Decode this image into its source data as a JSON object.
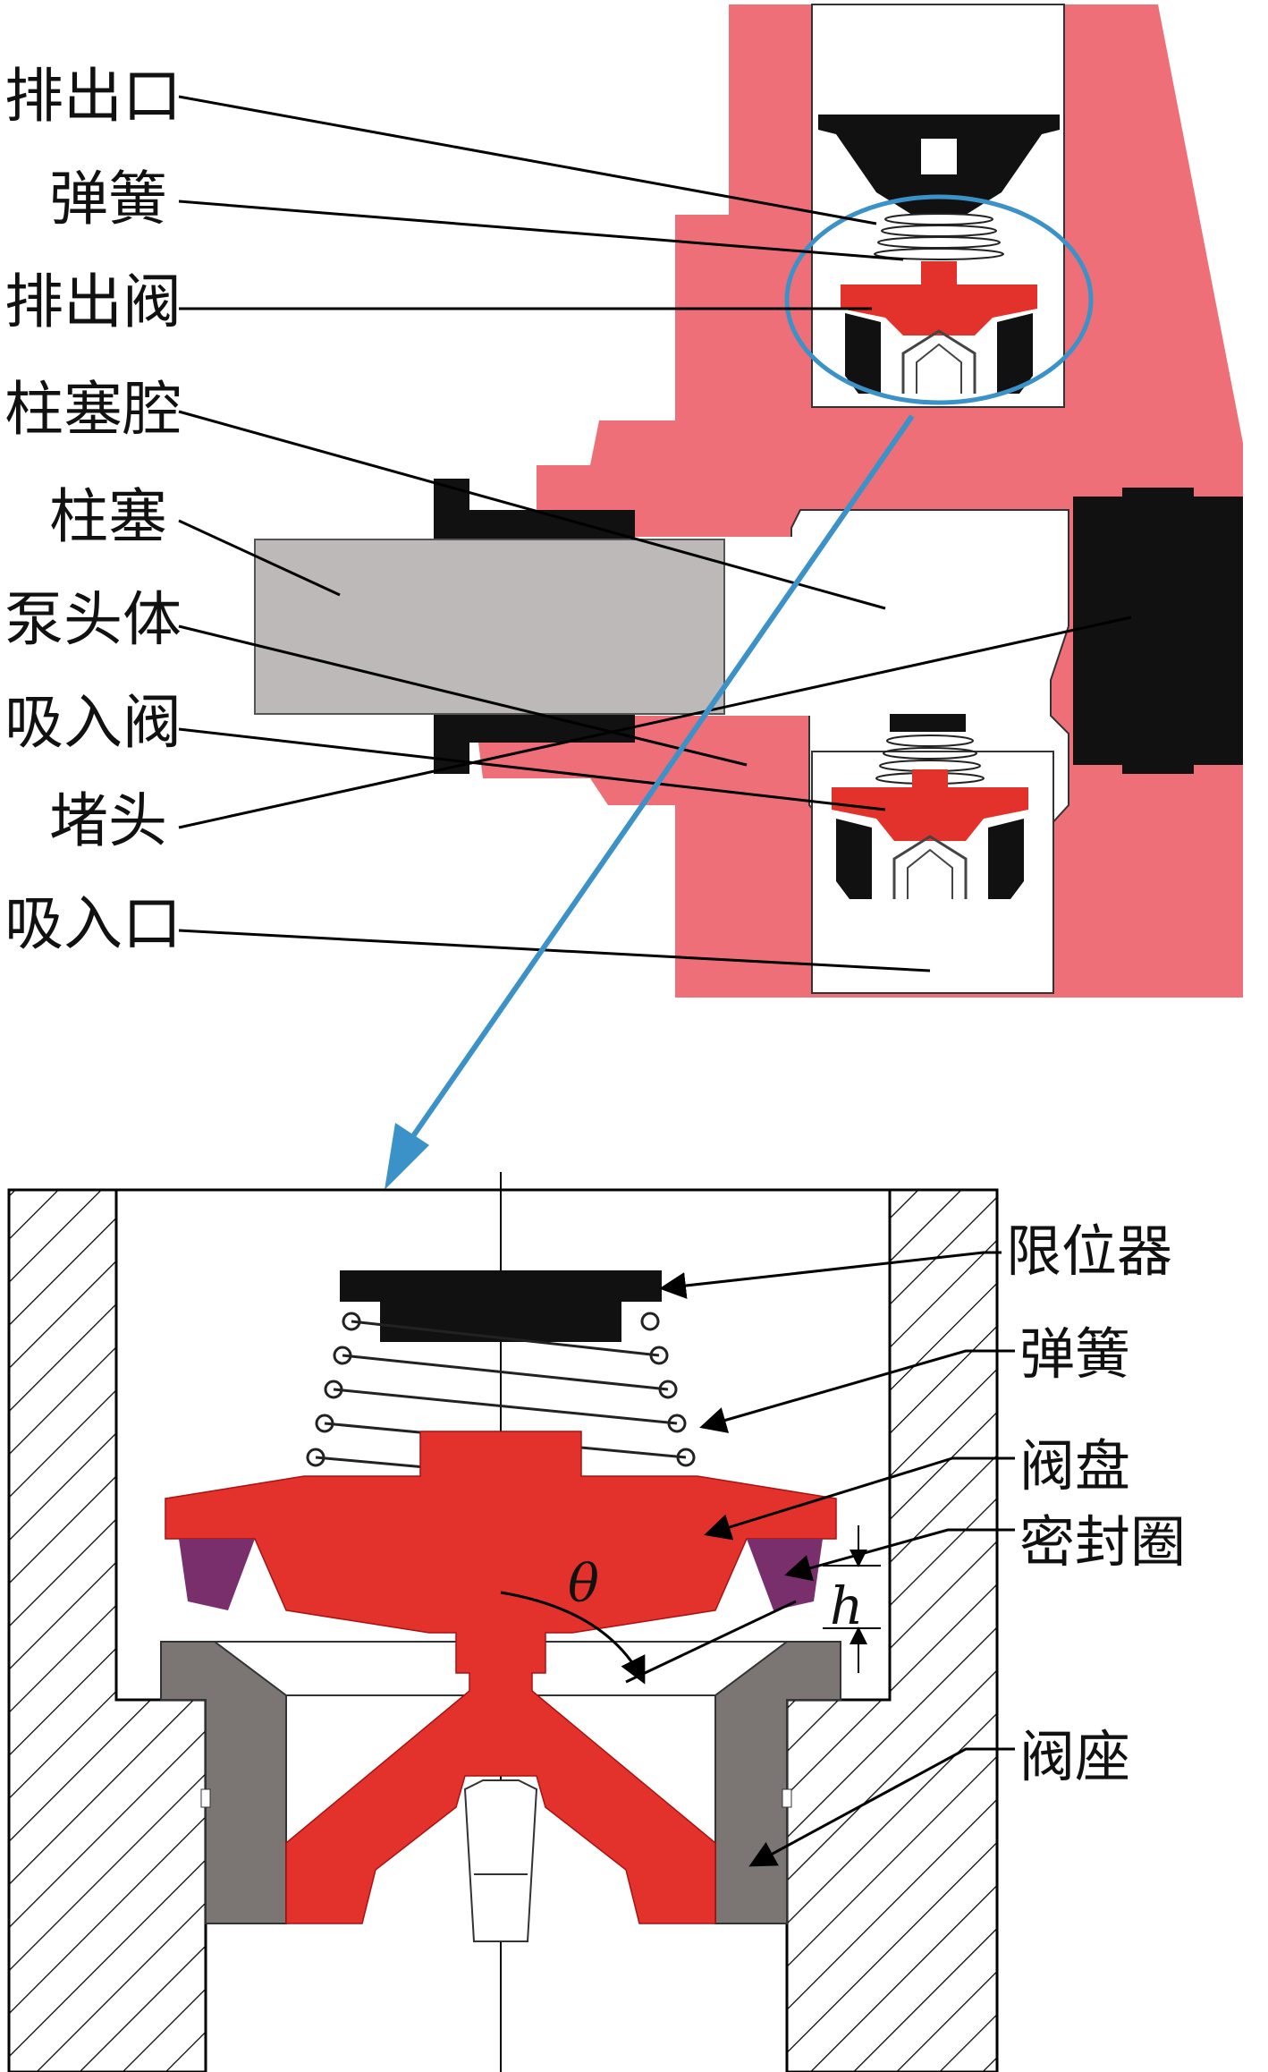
{
  "top_labels": {
    "discharge_port": "排出口",
    "spring": "弹簧",
    "discharge_valve": "排出阀",
    "plunger_chamber": "柱塞腔",
    "plunger": "柱塞",
    "pump_head_body": "泵头体",
    "suction_valve": "吸入阀",
    "plug": "堵头",
    "suction_port": "吸入口"
  },
  "detail_labels": {
    "limiter": "限位器",
    "spring": "弹簧",
    "valve_disc": "阀盘",
    "seal_ring": "密封圈",
    "valve_seat": "阀座",
    "angle_symbol": "θ",
    "lift_symbol": "h"
  },
  "colors": {
    "body": "#ee6f77",
    "valve": "#e3322c",
    "seal": "#7a2f6d",
    "seat": "#7b7573",
    "plunger": "#bdb9b8",
    "dark": "#111111",
    "callout": "#3b92c9"
  }
}
